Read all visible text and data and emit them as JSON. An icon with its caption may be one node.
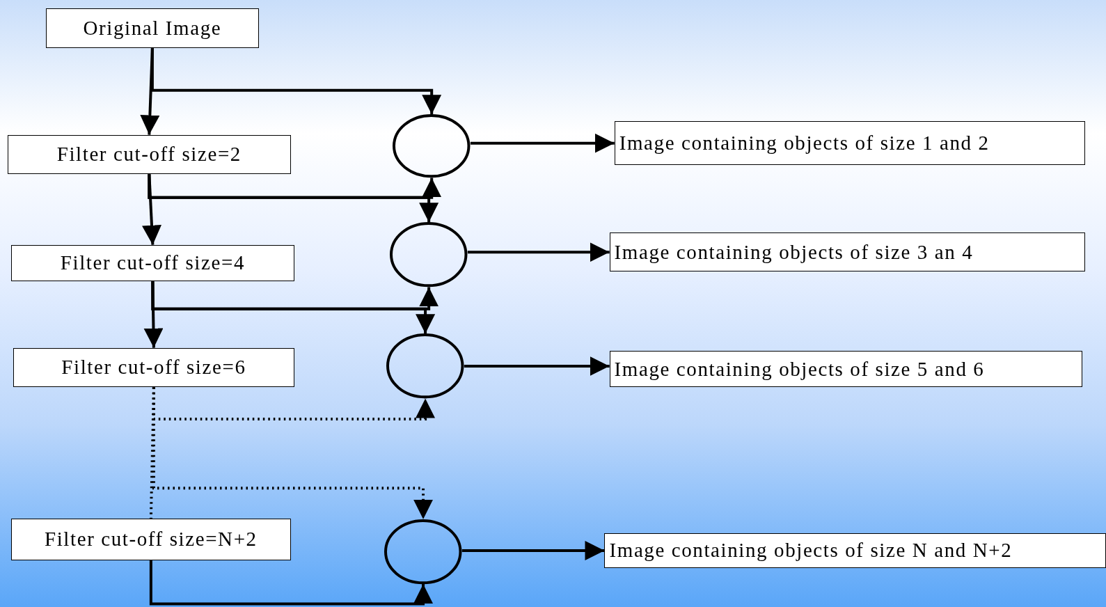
{
  "diagram": {
    "nodes": [
      {
        "text": [
          "Original Image"
        ]
      },
      {
        "text": [
          "Filter cut-off size=2"
        ]
      },
      {
        "text": [
          "Filter cut-off size=4"
        ]
      },
      {
        "text": [
          "Filter cut-off size=6"
        ]
      },
      {
        "text": [
          "Filter cut-off size=N+2"
        ]
      },
      {
        "text": [],
        "shape": "circle"
      },
      {
        "text": [],
        "shape": "circle"
      },
      {
        "text": [],
        "shape": "circle"
      },
      {
        "text": [],
        "shape": "circle"
      },
      {
        "text": [
          "Image containing objects of size 1 and 2"
        ]
      },
      {
        "text": [
          "Image containing objects of size 3 an 4"
        ]
      },
      {
        "text": [
          "Image containing objects of size 5 and 6"
        ]
      },
      {
        "text": [
          "Image containing objects of size N and N+2"
        ]
      }
    ],
    "edges": [
      {
        "from": 0,
        "to": 1,
        "arrow": "to"
      },
      {
        "from": 0,
        "to": 5,
        "arrow": "to"
      },
      {
        "from": 1,
        "to": 2,
        "arrow": "to"
      },
      {
        "from": 1,
        "to": 5,
        "arrow": "to"
      },
      {
        "from": 1,
        "to": 6,
        "arrow": "to"
      },
      {
        "from": 2,
        "to": 3,
        "arrow": "to"
      },
      {
        "from": 2,
        "to": 6,
        "arrow": "to"
      },
      {
        "from": 2,
        "to": 7,
        "arrow": "to"
      },
      {
        "from": 3,
        "to": 4,
        "arrow": "none",
        "style": "dashed"
      },
      {
        "from": 3,
        "to": 7,
        "arrow": "to",
        "style": "dashed"
      },
      {
        "from": 3,
        "to": 8,
        "arrow": "to",
        "style": "dashed"
      },
      {
        "from": 4,
        "to": 8,
        "arrow": "to"
      },
      {
        "from": 5,
        "to": 9,
        "arrow": "to"
      },
      {
        "from": 6,
        "to": 10,
        "arrow": "to"
      },
      {
        "from": 7,
        "to": 11,
        "arrow": "to"
      },
      {
        "from": 8,
        "to": 12,
        "arrow": "to"
      }
    ]
  }
}
